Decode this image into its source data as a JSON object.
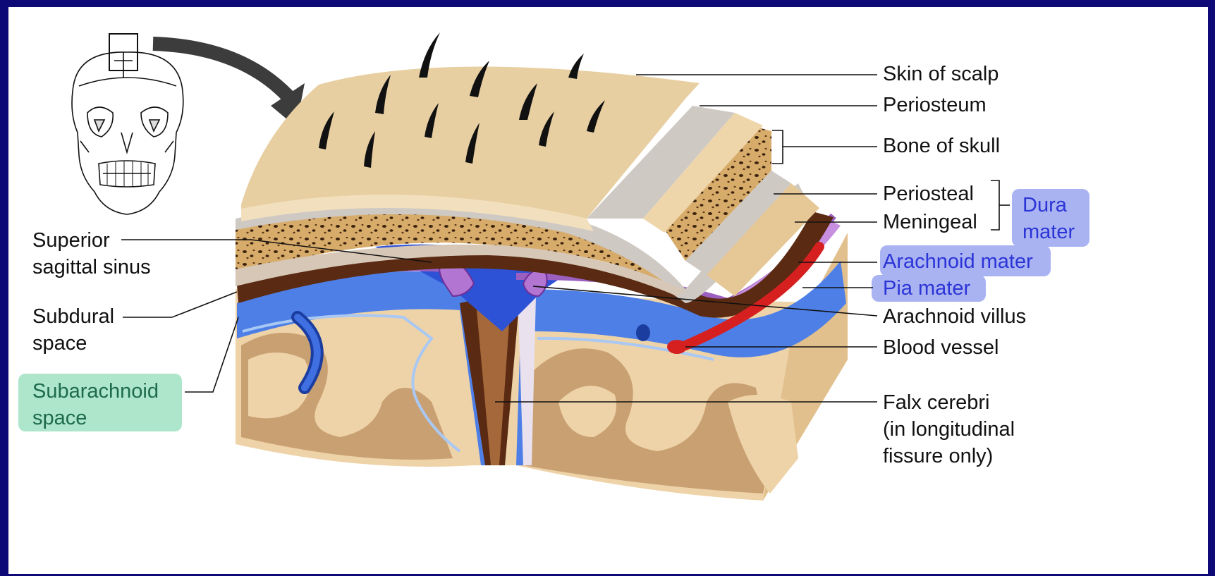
{
  "labels": {
    "skin_of_scalp": "Skin of scalp",
    "periosteum": "Periosteum",
    "bone_of_skull": "Bone of skull",
    "periosteal": "Periosteal",
    "meningeal": "Meningeal",
    "dura_mater_line1": "Dura",
    "dura_mater_line2": "mater",
    "arachnoid_mater": "Arachnoid mater",
    "pia_mater": "Pia mater",
    "arachnoid_villus": "Arachnoid villus",
    "blood_vessel": "Blood vessel",
    "falx_line1": "Falx cerebri",
    "falx_line2": "(in longitudinal",
    "falx_line3": "fissure only)",
    "superior_line1": "Superior",
    "superior_line2": "sagittal sinus",
    "subdural_line1": "Subdural",
    "subdural_line2": "space",
    "subarachnoid_line1": "Subarachnoid",
    "subarachnoid_line2": "space"
  },
  "colors": {
    "frame_border": "#0d0a78",
    "highlight_blue": "#aab3f2",
    "highlight_green": "#aee6cc",
    "text_highlight_blue": "#2b35d6",
    "text_highlight_green": "#1d6b4a",
    "skin": "#e8ceA0",
    "periosteum": "#cfc9c4",
    "bone": "#c89a55",
    "dura_dark": "#5a2a12",
    "arachnoid": "#9b5fc0",
    "csf_blue": "#3f6fe0",
    "brain_tissue": "#e8c79a",
    "brain_gray": "#c9a072",
    "vessel_red": "#d62020"
  }
}
